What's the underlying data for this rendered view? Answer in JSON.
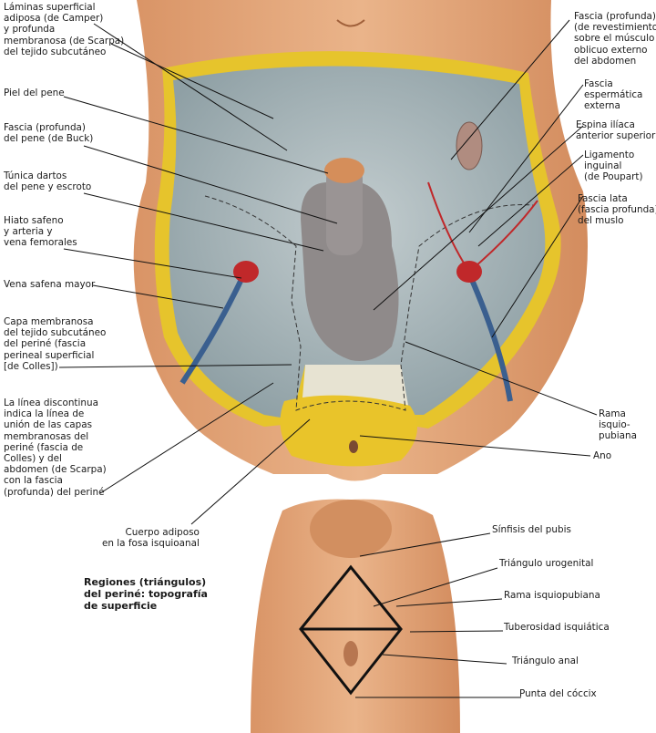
{
  "labels_left": [
    {
      "id": "camper-scarpa",
      "text": "Láminas superficial\nadiposa (de Camper)\ny profunda\nmembranosa (de Scarpa)\ndel tejido subcutáneo"
    },
    {
      "id": "piel-pene",
      "text": "Piel del pene"
    },
    {
      "id": "fascia-buck",
      "text": "Fascia (profunda)\ndel pene (de Buck)"
    },
    {
      "id": "tunica-dartos",
      "text": "Túnica dartos\ndel pene y escroto"
    },
    {
      "id": "hiato-safeno",
      "text": "Hiato safeno\ny arteria y\nvena femorales"
    },
    {
      "id": "vena-safena",
      "text": "Vena safena mayor"
    },
    {
      "id": "capa-membranosa",
      "text": "Capa membranosa\ndel tejido subcutáneo\ndel periné (fascia\nperineal superficial\n[de Colles])"
    },
    {
      "id": "linea-discontinua",
      "text": "La línea discontinua\nindica la línea de\nunión de las capas\nmembranosas del\nperiné (fascia de\nColles) y del\nabdomen (de Scarpa)\ncon la fascia\n(profunda) del periné"
    }
  ],
  "labels_right": [
    {
      "id": "fascia-oblicuo",
      "text": "Fascia (profunda)\n(de revestimiento)\nsobre el músculo\noblicuo externo\ndel abdomen"
    },
    {
      "id": "fascia-espermatica",
      "text": "Fascia\nespermática\nexterna"
    },
    {
      "id": "espina-iliaca",
      "text": "Espina ilíaca\nanterior superior"
    },
    {
      "id": "ligamento-inguinal",
      "text": "Ligamento\ninguinal\n(de Poupart)"
    },
    {
      "id": "fascia-lata",
      "text": "Fascia lata\n(fascia profunda)\ndel muslo"
    },
    {
      "id": "rama-isquiopubiana-upper",
      "text": "Rama\nisquio-\npubiana"
    },
    {
      "id": "ano",
      "text": "Ano"
    }
  ],
  "label_cuerpo_adiposo": "Cuerpo adiposo\nen la fosa isquioanal",
  "inset_title": "Regiones (triángulos)\ndel periné: topografía\nde superficie",
  "inset_labels": [
    {
      "id": "sinfisis",
      "text": "Sínfisis del pubis"
    },
    {
      "id": "triangulo-urogenital",
      "text": "Triángulo urogenital"
    },
    {
      "id": "rama-isquiopubiana",
      "text": "Rama isquiopubiana"
    },
    {
      "id": "tuberosidad",
      "text": "Tuberosidad isquiática"
    },
    {
      "id": "triangulo-anal",
      "text": "Triángulo anal"
    },
    {
      "id": "coccix",
      "text": "Punta del cóccix"
    }
  ],
  "colors": {
    "skin": "#e3a679",
    "fat": "#e8c52a",
    "fascia": "#a9b6b9",
    "vein": "#3a5f8f",
    "artery": "#c0282a"
  }
}
